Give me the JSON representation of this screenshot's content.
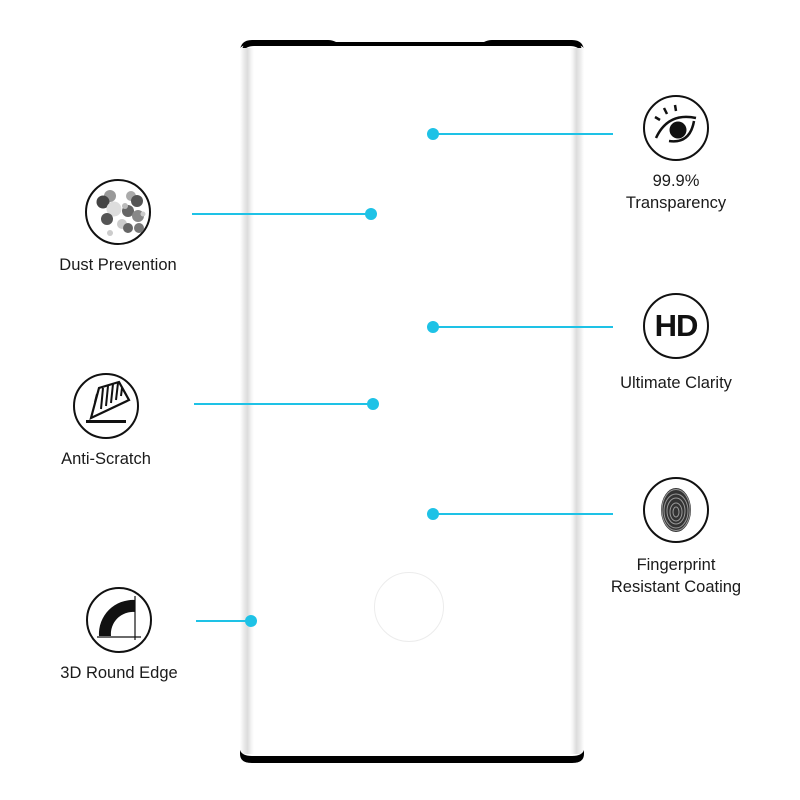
{
  "colors": {
    "accent": "#1ec2e6",
    "icon_stroke": "#111111",
    "text": "#1a1a1a",
    "background": "#ffffff"
  },
  "features": {
    "left": [
      {
        "id": "dust",
        "icon": "dust-particles-icon",
        "label": "Dust Prevention"
      },
      {
        "id": "scratch",
        "icon": "anti-scratch-icon",
        "label": "Anti-Scratch"
      },
      {
        "id": "edge",
        "icon": "round-edge-icon",
        "label": "3D Round Edge"
      }
    ],
    "right": [
      {
        "id": "transparency",
        "icon": "eye-icon",
        "label_line1": "99.9%",
        "label_line2": "Transparency"
      },
      {
        "id": "clarity",
        "icon": "hd-icon",
        "icon_text": "HD",
        "label": "Ultimate Clarity"
      },
      {
        "id": "fingerprint",
        "icon": "fingerprint-icon",
        "label_line1": "Fingerprint",
        "label_line2": "Resistant Coating"
      }
    ]
  }
}
